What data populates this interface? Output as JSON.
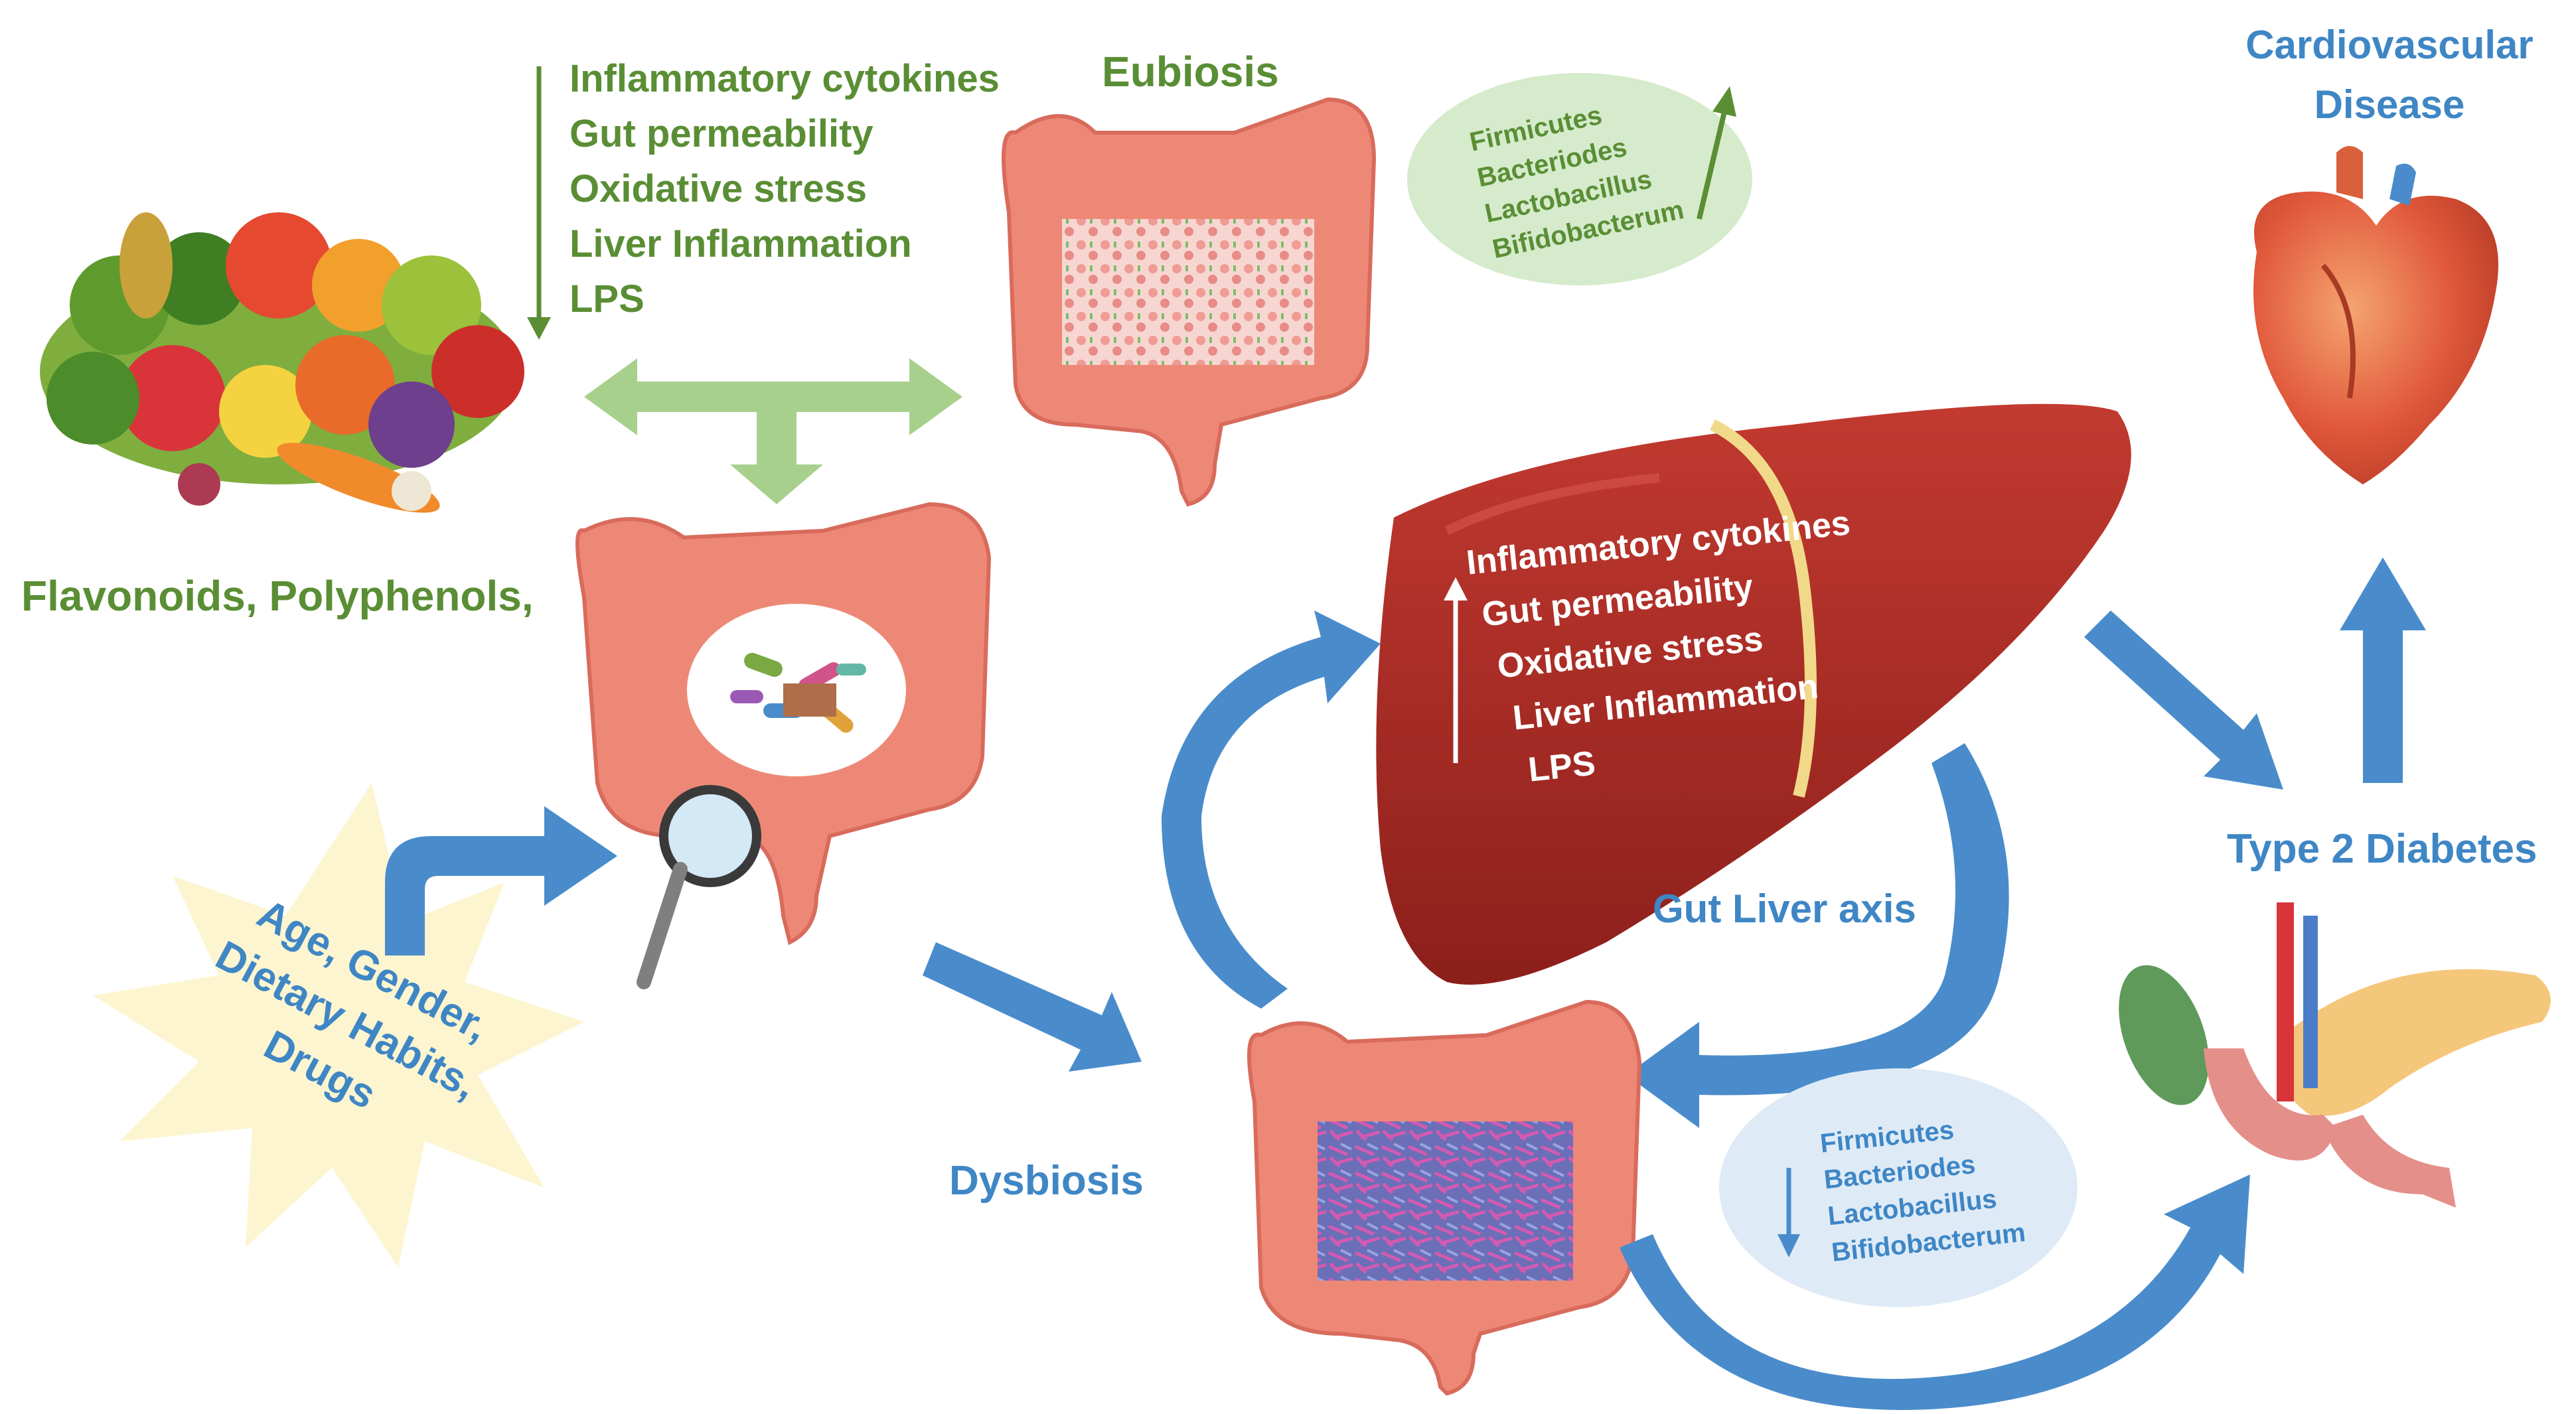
{
  "top_effects": {
    "items": [
      "Inflammatory cytokines",
      "Gut permeability",
      "Oxidative stress",
      "Liver Inflammation",
      "LPS"
    ]
  },
  "eubiosis": {
    "label": "Eubiosis",
    "bacteria": [
      "Firmicutes",
      "Bacteriodes",
      "Lactobacillus",
      "Bifidobacterum"
    ]
  },
  "diet": {
    "label": "Flavonoids, Polyphenols,"
  },
  "factors": {
    "lines": [
      "Age, Gender,",
      "Dietary Habits,",
      "Drugs"
    ]
  },
  "liver": {
    "items": [
      "Inflammatory cytokines",
      "Gut permeability",
      "Oxidative stress",
      "Liver Inflammation",
      "LPS"
    ]
  },
  "axis": {
    "label": "Gut Liver axis"
  },
  "dysbiosis": {
    "label": "Dysbiosis",
    "bacteria": [
      "Firmicutes",
      "Bacteriodes",
      "Lactobacillus",
      "Bifidobacterum"
    ]
  },
  "outcomes": {
    "cardio": [
      "Cardiovascular",
      "Disease"
    ],
    "diabetes": "Type 2 Diabetes"
  },
  "colors": {
    "green_text": "#5a8e35",
    "blue_text": "#3f86c5",
    "arrow_blue": "#4a8ccb",
    "arrow_green": "#a8d08d",
    "liver": "#a32a25",
    "intestine": "#ee8876",
    "starburst": "#fcf5cf"
  },
  "icons": [
    "vegetables-image",
    "intestine-icon",
    "magnifier-icon",
    "liver-icon",
    "heart-icon",
    "pancreas-icon",
    "up-arrow-icon",
    "down-arrow-icon"
  ]
}
